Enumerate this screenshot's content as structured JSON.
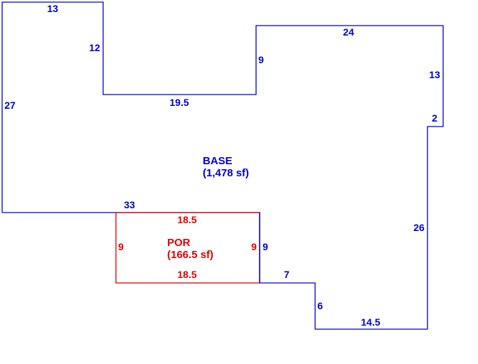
{
  "colors": {
    "base": "#0000cc",
    "porch": "#dd0000",
    "background": "#ffffff"
  },
  "base": {
    "label": "BASE",
    "area": "(1,478 sf)",
    "dimensions": [
      "13",
      "12",
      "19.5",
      "9",
      "24",
      "13",
      "2",
      "27",
      "33",
      "26",
      "9",
      "7",
      "6",
      "14.5"
    ]
  },
  "porch": {
    "label": "POR",
    "area": "(166.5 sf)",
    "dimensions": [
      "18.5",
      "18.5",
      "9",
      "9"
    ]
  }
}
